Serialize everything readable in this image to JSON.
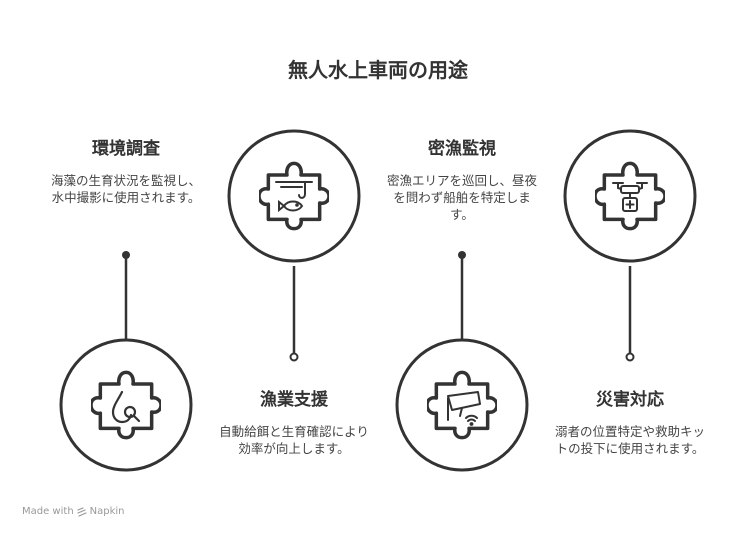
{
  "title": "無人水上車両の用途",
  "items": [
    {
      "heading": "環境調査",
      "description": "海藻の生育状況を監視し、水中撮影に使用されます。",
      "icon": "water-drop-search-icon"
    },
    {
      "heading": "漁業支援",
      "description": "自動給餌と生育確認により効率が向上します。",
      "icon": "fish-hook-icon"
    },
    {
      "heading": "密漁監視",
      "description": "密漁エリアを巡回し、昼夜を問わず船舶を特定します。",
      "icon": "surveillance-camera-icon"
    },
    {
      "heading": "災害対応",
      "description": "溺者の位置特定や救助キットの投下に使用されます。",
      "icon": "drone-delivery-icon"
    }
  ],
  "footer": {
    "prefix": "Made with",
    "brand": "Napkin"
  }
}
